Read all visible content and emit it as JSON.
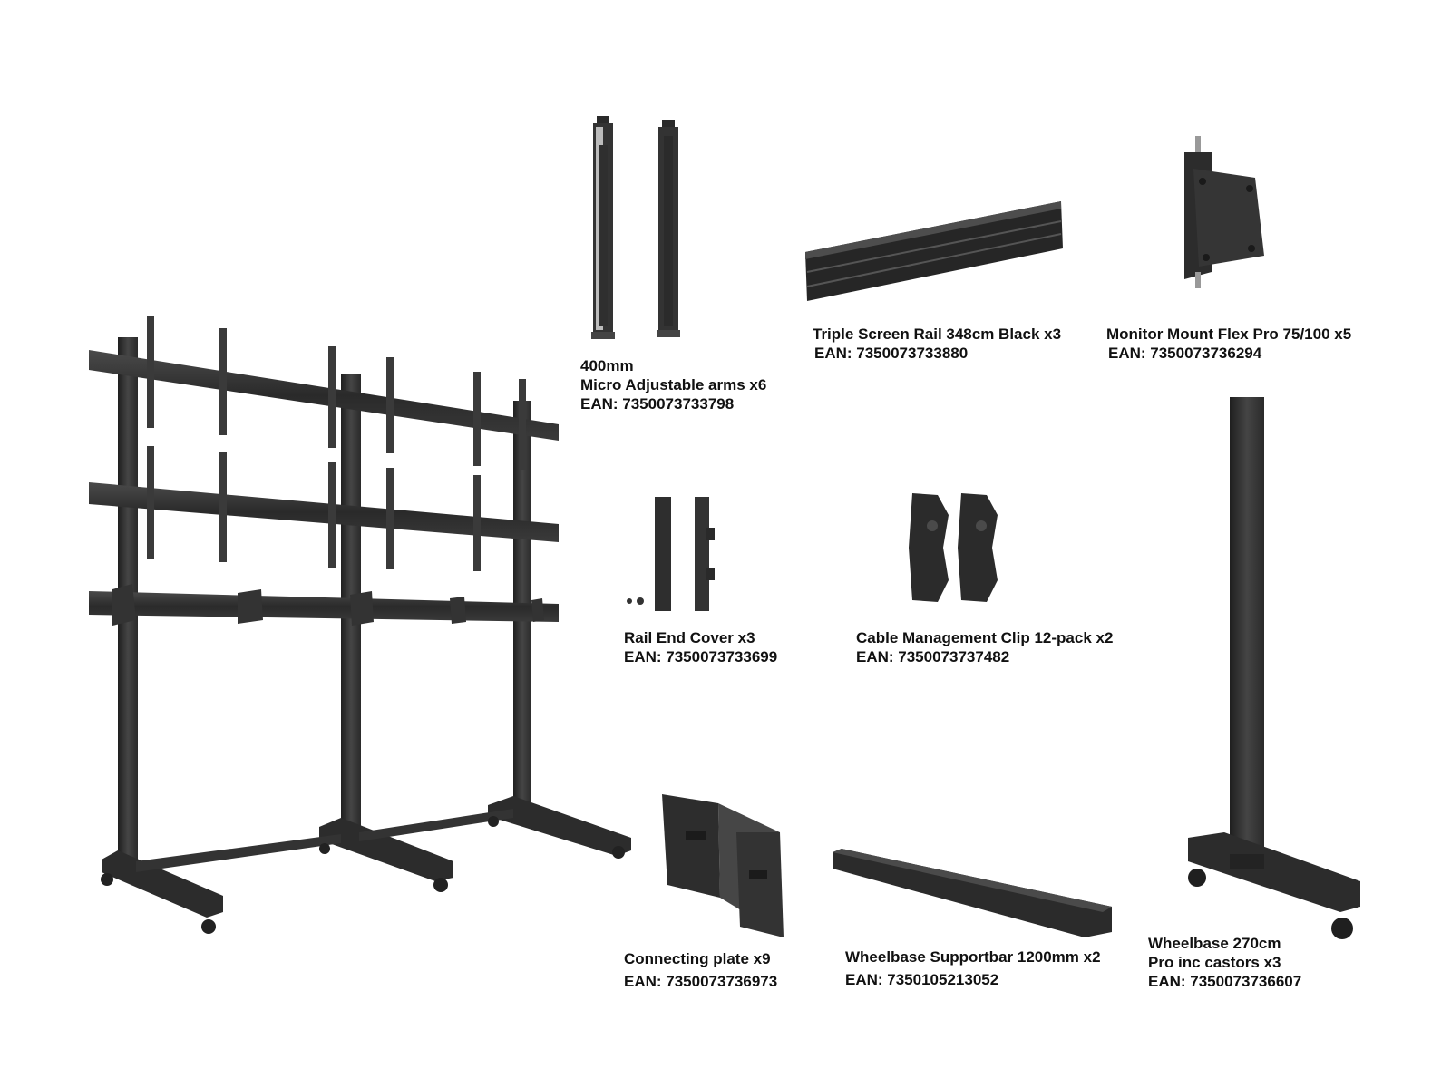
{
  "parts": [
    {
      "id": "arms",
      "name_lines": [
        "400mm",
        "Micro Adjustable arms x6"
      ],
      "ean": "EAN: 7350073733798"
    },
    {
      "id": "rail",
      "name_lines": [
        "Triple Screen Rail 348cm Black x3"
      ],
      "ean": "EAN: 7350073733880"
    },
    {
      "id": "monitor-mount",
      "name_lines": [
        "Monitor Mount Flex Pro 75/100 x5"
      ],
      "ean": "EAN: 7350073736294"
    },
    {
      "id": "rail-end-cover",
      "name_lines": [
        "Rail End Cover x3"
      ],
      "ean": "EAN: 7350073733699"
    },
    {
      "id": "cable-clip",
      "name_lines": [
        "Cable Management Clip 12-pack x2"
      ],
      "ean": "EAN: 7350073737482"
    },
    {
      "id": "connecting-plate",
      "name_lines": [
        "Connecting plate x9"
      ],
      "ean": "EAN: 7350073736973"
    },
    {
      "id": "supportbar",
      "name_lines": [
        "Wheelbase Supportbar 1200mm x2"
      ],
      "ean": "EAN: 7350105213052"
    },
    {
      "id": "wheelbase",
      "name_lines": [
        "Wheelbase 270cm",
        "Pro inc castors x3"
      ],
      "ean": "EAN: 7350073736607"
    }
  ],
  "colors": {
    "metal_dark": "#2b2b2b",
    "metal_mid": "#3d3d3d",
    "metal_light": "#555555",
    "highlight": "#8a8a8a",
    "background": "#ffffff"
  }
}
